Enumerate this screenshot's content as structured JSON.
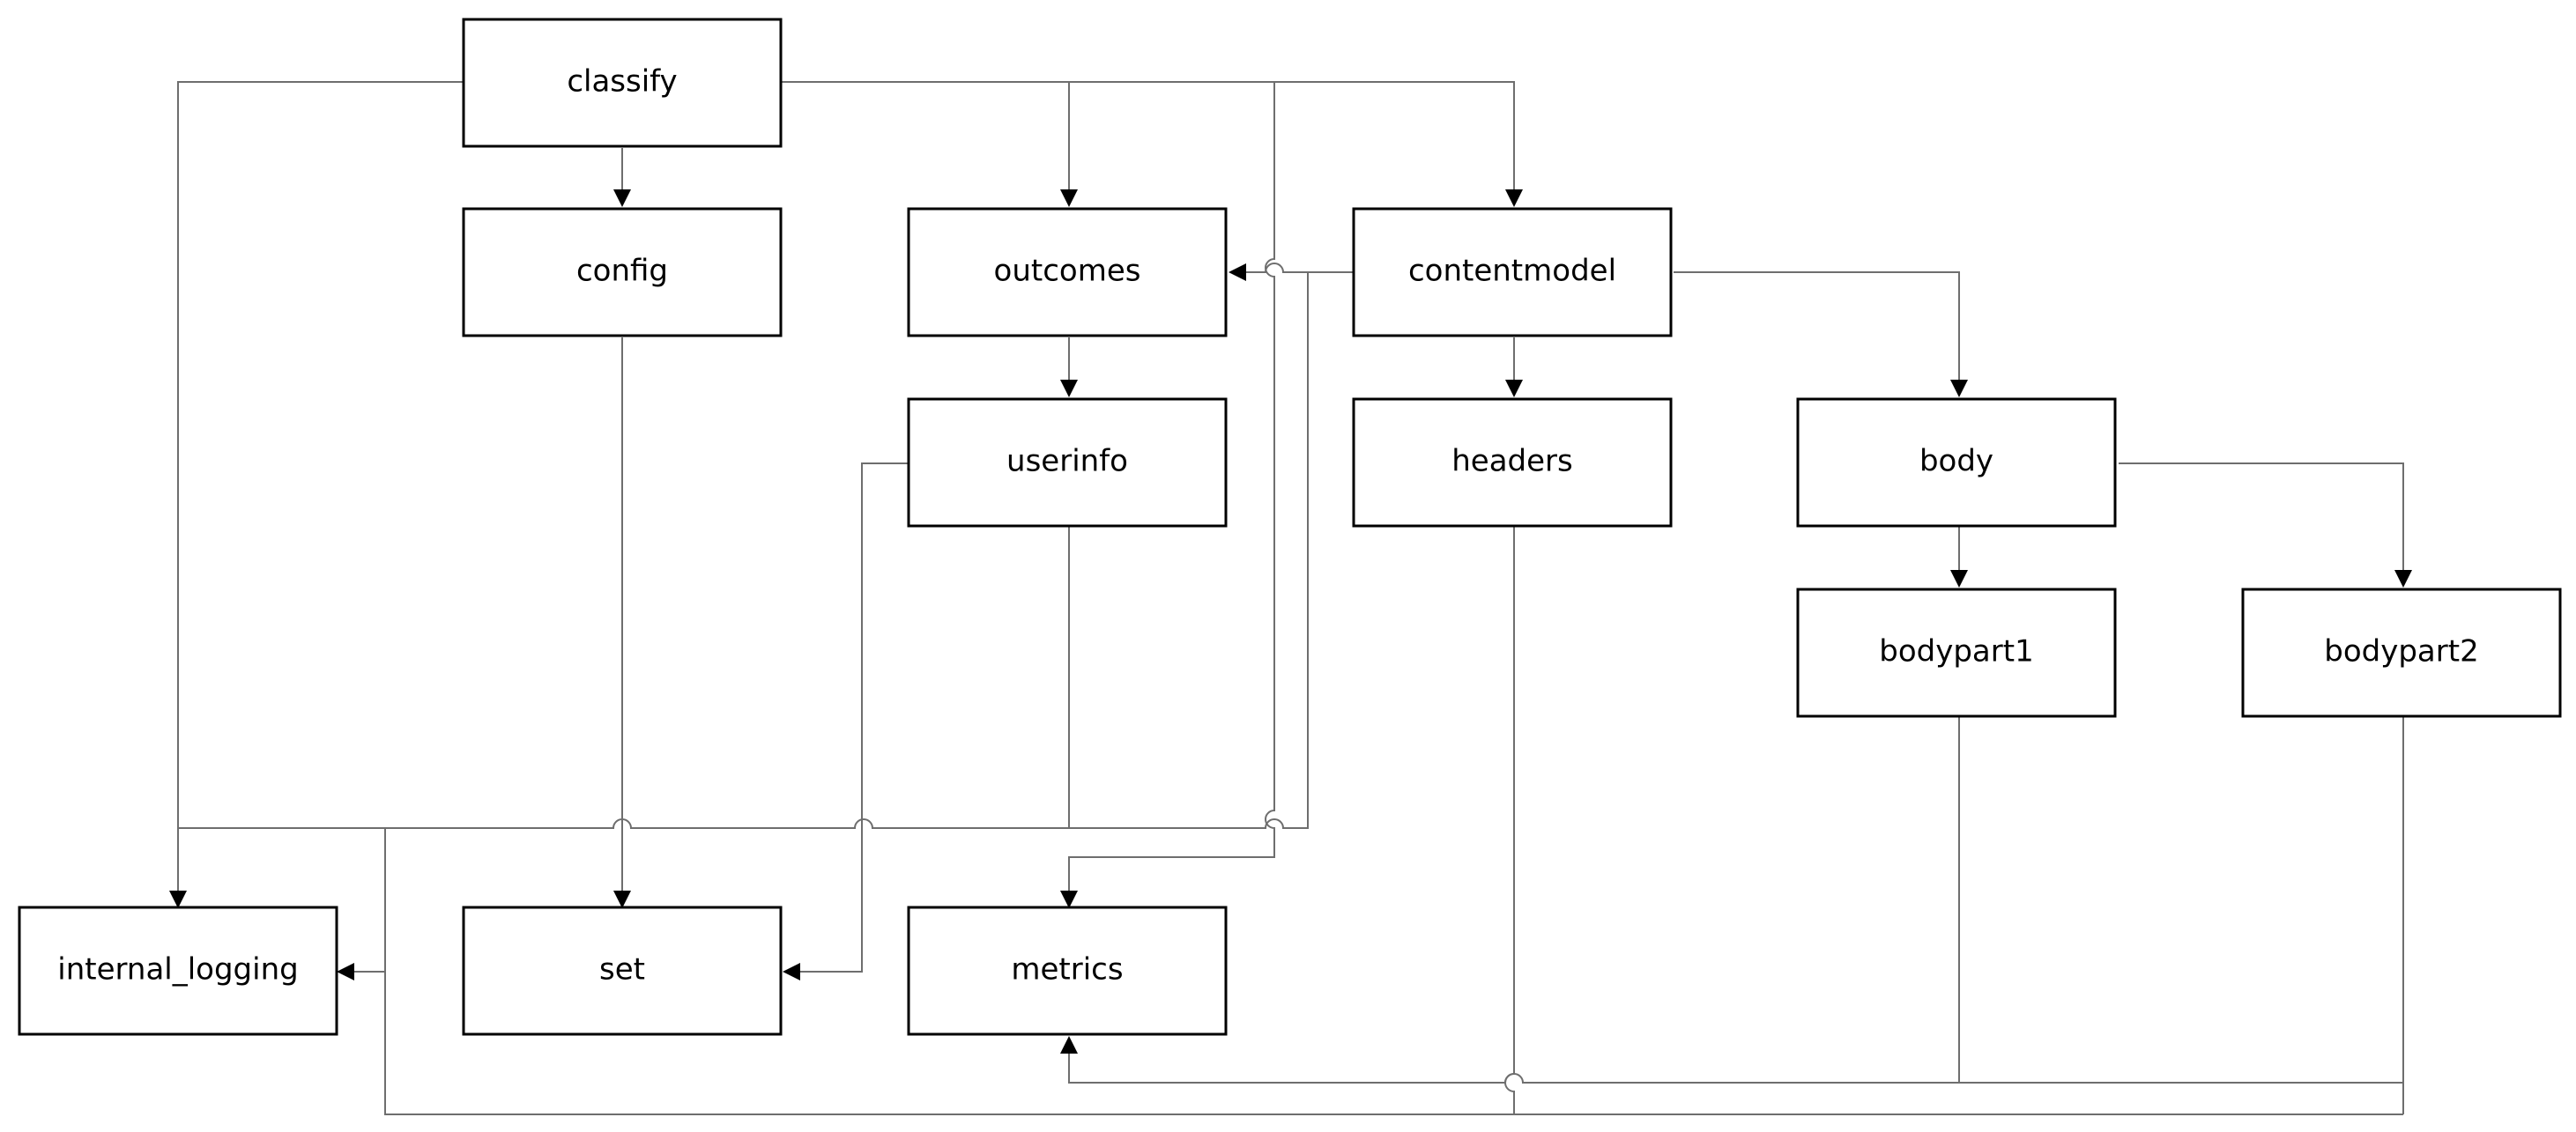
{
  "nodes": {
    "classify": "classify",
    "config": "config",
    "outcomes": "outcomes",
    "contentmodel": "contentmodel",
    "userinfo": "userinfo",
    "headers": "headers",
    "body": "body",
    "bodypart1": "bodypart1",
    "bodypart2": "bodypart2",
    "internal_logging": "internal_logging",
    "set": "set",
    "metrics": "metrics"
  }
}
